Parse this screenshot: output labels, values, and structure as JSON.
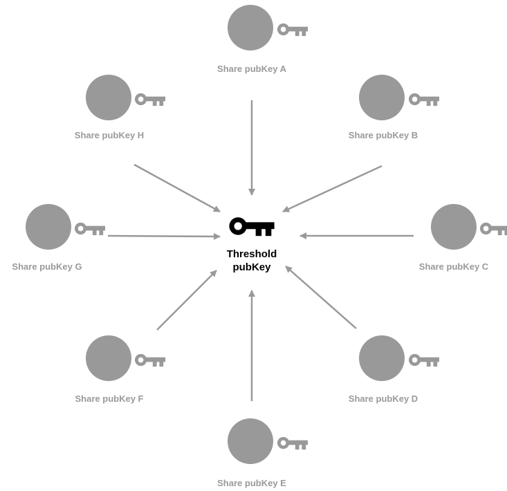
{
  "diagram": {
    "center": {
      "label_lines": [
        "Threshold",
        "pubKey"
      ],
      "icon": "key-icon",
      "color": "#000000"
    },
    "shares": [
      {
        "id": "a",
        "label": "Share pubKey A"
      },
      {
        "id": "b",
        "label": "Share pubKey B"
      },
      {
        "id": "c",
        "label": "Share pubKey C"
      },
      {
        "id": "d",
        "label": "Share pubKey D"
      },
      {
        "id": "e",
        "label": "Share pubKey E"
      },
      {
        "id": "f",
        "label": "Share pubKey F"
      },
      {
        "id": "g",
        "label": "Share pubKey G"
      },
      {
        "id": "h",
        "label": "Share pubKey H"
      }
    ],
    "share_icons": [
      "circle",
      "key-icon"
    ],
    "colors": {
      "node": "#999999",
      "arrow": "#999999",
      "label": "#9a9a9a",
      "center": "#000000"
    }
  }
}
